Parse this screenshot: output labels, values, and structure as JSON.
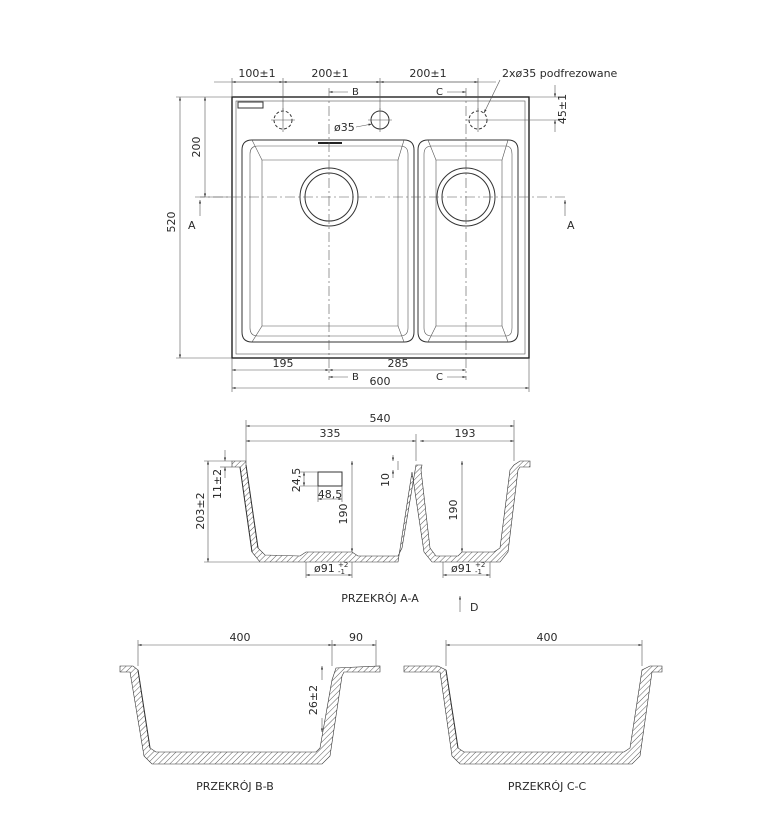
{
  "top_view": {
    "dims": {
      "d100": "100±1",
      "d200a": "200±1",
      "d200b": "200±1",
      "holes_note": "2xø35 podfrezowane",
      "d45": "45±1",
      "d35": "ø35",
      "d200v": "200",
      "d520": "520",
      "d195": "195",
      "d285": "285",
      "d600": "600"
    },
    "section_marks": {
      "a": "A",
      "b": "B",
      "c": "C",
      "d": "D"
    }
  },
  "section_aa": {
    "label": "PRZEKRÓJ A-A",
    "dims": {
      "d540": "540",
      "d335": "335",
      "d193": "193",
      "d11": "11±2",
      "d203": "203±2",
      "d24": "24,5",
      "d48": "48,5",
      "d10": "10",
      "d190a": "190",
      "d190b": "190",
      "d91a": "ø91",
      "d91b": "ø91",
      "tol_up": "+2",
      "tol_dn": "-1"
    }
  },
  "section_bb": {
    "label": "PRZEKRÓJ B-B",
    "dims": {
      "d400": "400",
      "d90": "90",
      "d26": "26±2"
    }
  },
  "section_cc": {
    "label": "PRZEKRÓJ C-C",
    "dims": {
      "d400": "400"
    }
  }
}
